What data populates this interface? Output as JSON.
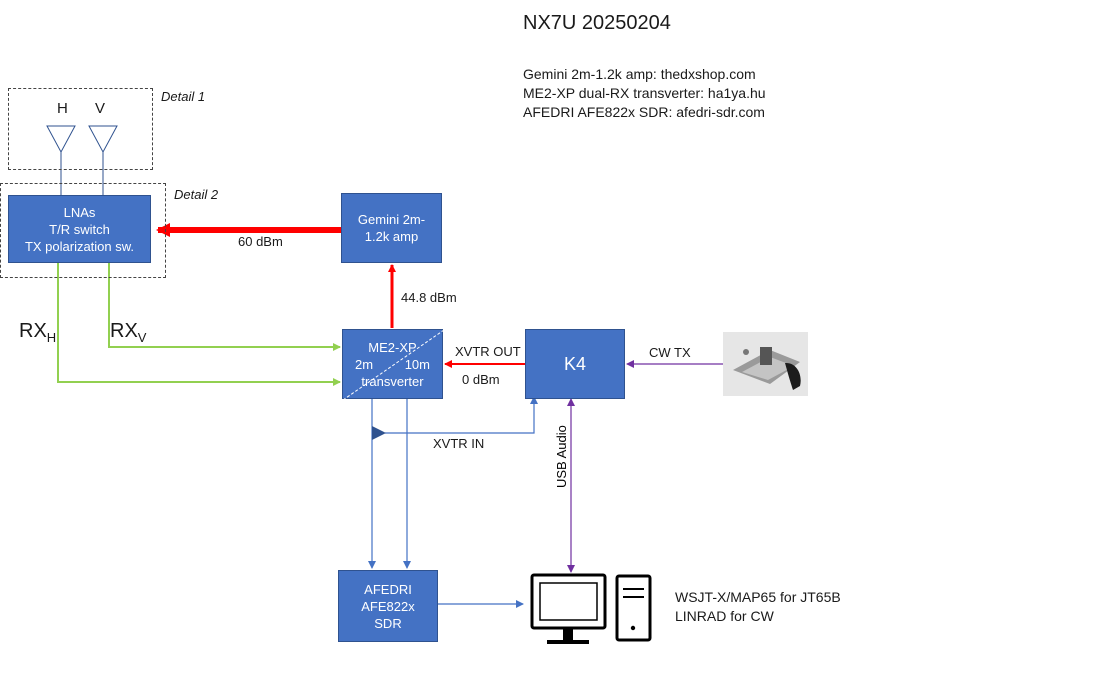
{
  "title": "NX7U 20250204",
  "info": {
    "line1": "Gemini 2m-1.2k amp:  thedxshop.com",
    "line2": "ME2-XP dual-RX transverter:  ha1ya.hu",
    "line3": "AFEDRI AFE822x SDR:  afedri-sdr.com"
  },
  "details": {
    "detail1": "Detail 1",
    "detail2": "Detail 2"
  },
  "antennas": {
    "h": "H",
    "v": "V"
  },
  "boxes": {
    "lna": {
      "line1": "LNAs",
      "line2": "T/R switch",
      "line3": "TX polarization sw."
    },
    "gemini": {
      "line1": "Gemini 2m-",
      "line2": "1.2k amp"
    },
    "me2": {
      "line1": "ME2-XP",
      "line2_left": "2m",
      "line2_right": "10m",
      "line3": "transverter"
    },
    "k4": {
      "label": "K4"
    },
    "afedri": {
      "line1": "AFEDRI",
      "line2": "AFE822x",
      "line3": "SDR"
    }
  },
  "labels": {
    "dbm60": "60 dBm",
    "dbm448": "44.8 dBm",
    "rx_h_main": "RX",
    "rx_h_sub": "H",
    "rx_v_main": "RX",
    "rx_v_sub": "V",
    "xvtr_out": "XVTR OUT",
    "dbm0": "0 dBm",
    "cw_tx": "CW TX",
    "xvtr_in": "XVTR IN",
    "usb_audio": "USB Audio"
  },
  "software": {
    "line1": "WSJT-X/MAP65  for JT65B",
    "line2": "LINRAD for CW"
  },
  "colors": {
    "box": "#4472c4",
    "red": "#ff0000",
    "green": "#92d050",
    "purple": "#7030a0",
    "blueline": "#4472c4"
  }
}
